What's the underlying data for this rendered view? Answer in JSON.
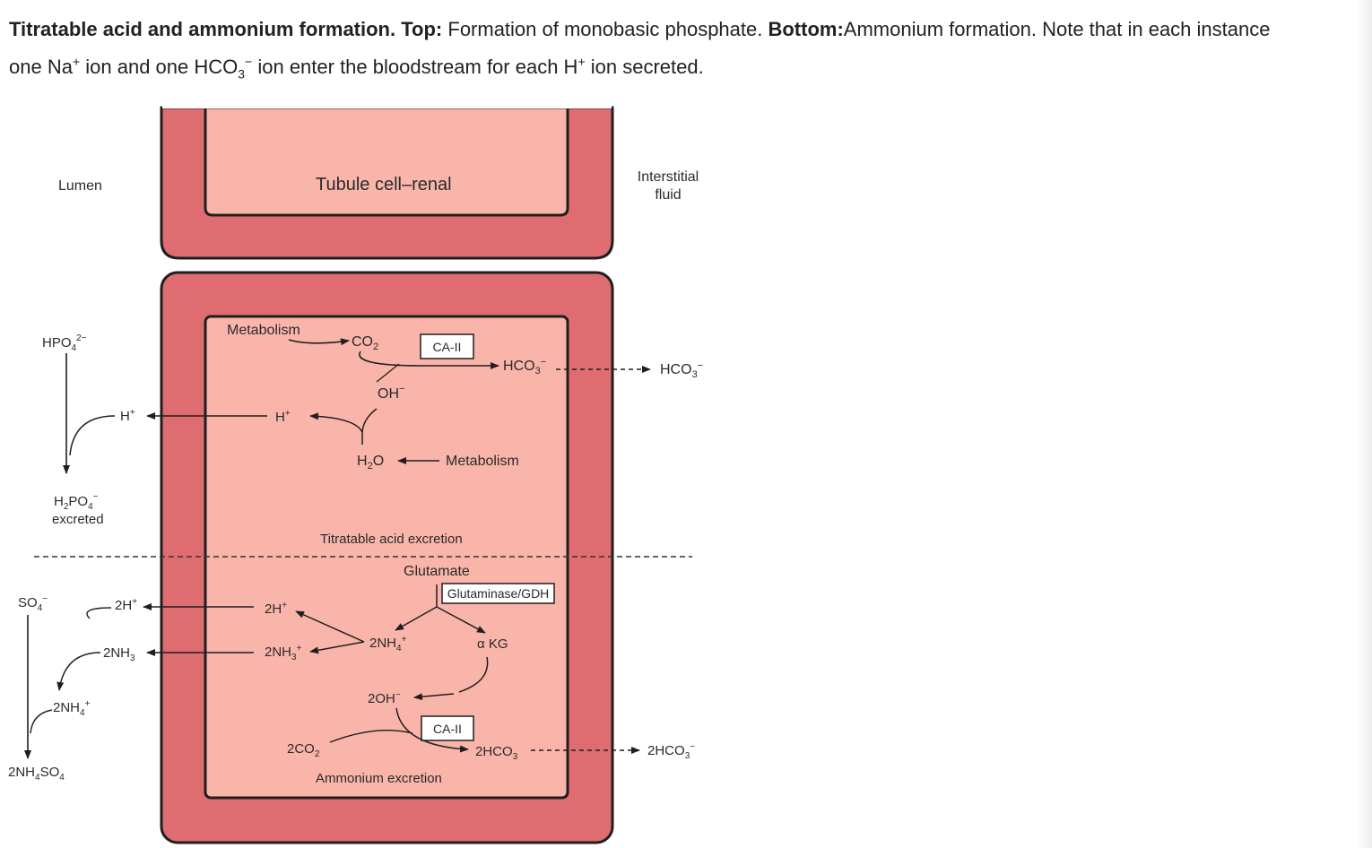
{
  "caption": {
    "title": "Titratable acid and ammonium formation.",
    "top_label": "Top:",
    "top_text": "Formation of monobasic phosphate.",
    "bottom_label": "Bottom:",
    "bottom_text": "Ammonium formation. Note that in each instance",
    "line2": {
      "p1": "one Na",
      "p2": " ion and one HCO",
      "p3": " ion enter the bloodstream for each H",
      "p4": " ion secreted.",
      "sup_plus": "+",
      "sub_3": "3",
      "sup_minus": "−"
    }
  },
  "diagram": {
    "regions": {
      "lumen": "Lumen",
      "tubule_cell": "Tubule cell–renal",
      "interstitial_1": "Interstitial",
      "interstitial_2": "fluid"
    },
    "top": {
      "metabolism_1": "Metabolism",
      "co2": "CO",
      "sub2": "2",
      "ca_ii": "CA-II",
      "hco3": "HCO",
      "sub3": "3",
      "minus": "−",
      "hco3_out": "HCO",
      "oh": "OH",
      "h_cell": "H",
      "plus": "+",
      "h_lumen": "H",
      "h2o_h": "H",
      "h2o_o": "O",
      "metabolism_2": "Metabolism",
      "hpo4": "HPO",
      "sub4": "4",
      "charge_2minus": "2−",
      "h2po4_h": "H",
      "h2po4_po": "PO",
      "excreted": "excreted",
      "section_label": "Titratable acid excretion"
    },
    "bottom": {
      "glutamate": "Glutamate",
      "enzyme": "Glutaminase/GDH",
      "akg": "α KG",
      "nh4_cell": "2NH",
      "twoh_cell": "2H",
      "nh3_cell": "2NH",
      "twoh_lumen": "2H",
      "nh3_lumen": "2NH",
      "so4": "SO",
      "nh4_lumen": "2NH",
      "nh42so4_a": "2NH",
      "nh42so4_b": "SO",
      "twooh": "2OH",
      "ca_ii": "CA-II",
      "twoco2": "2CO",
      "twohco3": "2HCO",
      "twohco3_out": "2HCO",
      "section_label": "Ammonium excretion"
    },
    "colors": {
      "membrane": "#de6c70",
      "cytoplasm": "#f9b5aa",
      "outline": "#1f1f1f"
    }
  }
}
